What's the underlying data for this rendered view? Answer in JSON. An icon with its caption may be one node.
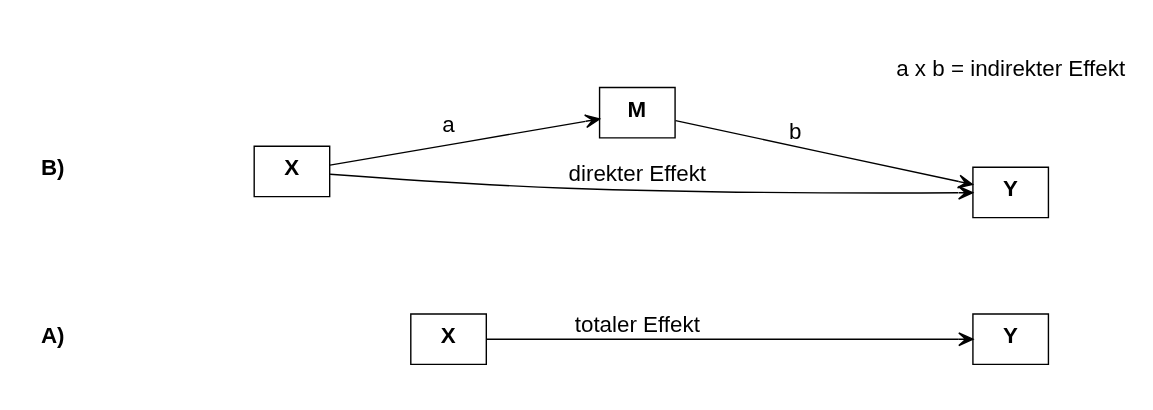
{
  "diagram": {
    "nodes": [
      {
        "text": [
          "X"
        ]
      },
      {
        "text": [
          "Y"
        ]
      },
      {
        "text": [
          "X"
        ]
      },
      {
        "text": [
          "M"
        ]
      },
      {
        "text": [
          "Y"
        ]
      }
    ],
    "edges": [
      {
        "from": 0,
        "to": 1,
        "arrow": "to",
        "label": "totaler Effekt"
      },
      {
        "from": 2,
        "to": 3,
        "arrow": "to",
        "label": "a"
      },
      {
        "from": 3,
        "to": 4,
        "arrow": "to",
        "label": "b"
      },
      {
        "from": 2,
        "to": 4,
        "arrow": "to",
        "label": "direkter Effekt"
      }
    ],
    "labels": [
      "A)",
      "B)",
      "a x b = indirekter Effekt"
    ]
  }
}
